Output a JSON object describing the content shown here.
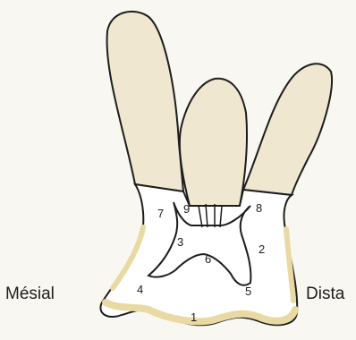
{
  "labels": {
    "mesial": "Mésial",
    "distal": "Dista"
  },
  "numbers": {
    "n1": "1",
    "n2": "2",
    "n3": "3",
    "n4": "4",
    "n5": "5",
    "n6": "6",
    "n7": "7",
    "n8": "8",
    "n9": "9"
  },
  "colors": {
    "background": "#f9f7f1",
    "root": "#efe7cf",
    "crown": "#ffffff",
    "enamel_rim": "#e9d9a2",
    "outline": "#1d1d1d"
  }
}
